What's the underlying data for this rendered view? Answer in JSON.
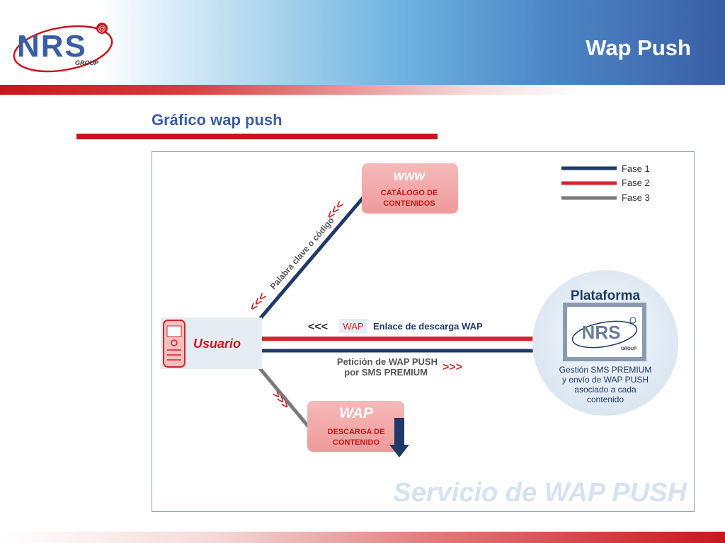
{
  "slide": {
    "title": "Wap Push",
    "section_title": "Gráfico wap push",
    "logo_text": "NRS",
    "logo_sub": "GROUP"
  },
  "colors": {
    "phase1": "#1f3a68",
    "phase2": "#d5242a",
    "phase3": "#7a7a7a",
    "box_fill": "#f0a5a5",
    "accent_blue": "#3a5ea6"
  },
  "diagram": {
    "legend": [
      "Fase 1",
      "Fase 2",
      "Fase 3"
    ],
    "www_box": {
      "heading": "www",
      "line1": "CATÁLOGO DE",
      "line2": "CONTENIDOS"
    },
    "wap_box": {
      "heading": "WAP",
      "line1": "DESCARGA DE",
      "line2": "CONTENIDO"
    },
    "user_label": "Usuario",
    "keyword_label": "Palabra clave o código",
    "arrows_left": "<<<",
    "arrows_right": ">>>",
    "wap_tag": "WAP",
    "download_link_label": "Enlace de descarga WAP",
    "request_line1": "Petición de WAP PUSH",
    "request_line2": "por SMS PREMIUM",
    "platform": {
      "title": "Plataforma",
      "logo_text": "NRS",
      "logo_sub": "GROUP",
      "line1": "Gestión SMS PREMIUM",
      "line2": "y envío de WAP PUSH",
      "line3": "asociado a cada",
      "line4": "contenido"
    },
    "watermark": "Servicio de WAP PUSH"
  }
}
